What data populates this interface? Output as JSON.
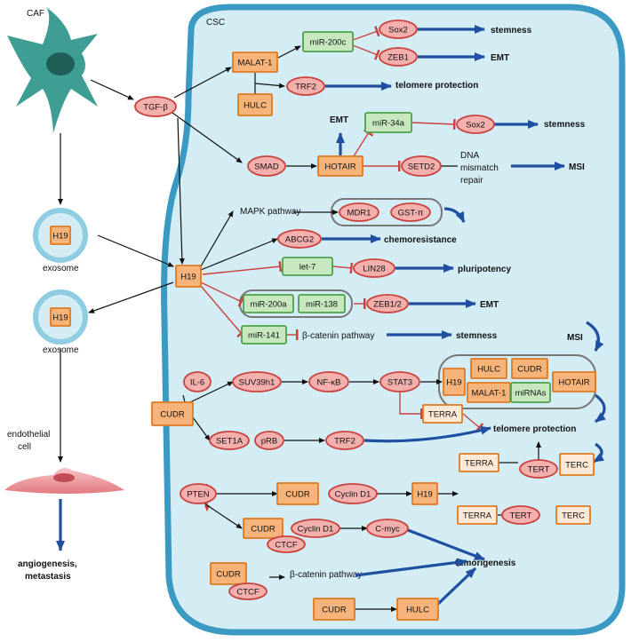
{
  "labels": {
    "caf": "CAF",
    "csc": "CSC",
    "exosome1": "exosome",
    "exosome2": "exosome",
    "endothelial": "endothelial cell",
    "angio_line1": "angiogenesis,",
    "angio_line2": "metastasis",
    "mapk": "MAPK pathway",
    "dna_line1": "DNA",
    "dna_line2": "mismatch",
    "dna_line3": "repair",
    "beta_cat1": "β-catenin pathway",
    "beta_cat2": "β-catenin pathway"
  },
  "outcomes": {
    "stemness1": "stemness",
    "emt1": "EMT",
    "telomere1": "telomere protection",
    "emt_top": "EMT",
    "stemness2": "stemness",
    "msi1": "MSI",
    "chemo": "chemoresistance",
    "pluri": "pluripotency",
    "emt2": "EMT",
    "stemness3": "stemness",
    "msi2": "MSI",
    "telomere2": "telomere protection",
    "tumor": "tumorigenesis",
    "angio": "angiogenesis, metastasis"
  },
  "nodes": {
    "tgfb": "TGF-β",
    "malat1": "MALAT-1",
    "mir200c": "miR-200c",
    "sox2a": "Sox2",
    "zeb1": "ZEB1",
    "trf2a": "TRF2",
    "hulc1": "HULC",
    "mir34a": "miR-34a",
    "sox2b": "Sox2",
    "smad": "SMAD",
    "hotair": "HOTAIR",
    "setd2": "SETD2",
    "mdr1": "MDR1",
    "gstpi": "GST-π",
    "abcg2": "ABCG2",
    "h19ex1": "H19",
    "h19main": "H19",
    "let7": "let-7",
    "lin28": "LIN28",
    "mir200a": "miR-200a",
    "mir138": "miR-138",
    "zeb12": "ZEB1/2",
    "h19ex2": "H19",
    "mir141": "miR-141",
    "il6": "IL-6",
    "suv": "SUV39h1",
    "nfkb": "NF-κB",
    "stat3": "STAT3",
    "cudr1": "CUDR",
    "cx_h19": "H19",
    "cx_hulc": "HULC",
    "cx_cudr": "CUDR",
    "cx_malat": "MALAT-1",
    "cx_mirnas": "miRNAs",
    "cx_hotair": "HOTAIR",
    "terra1": "TERRA",
    "set1a": "SET1A",
    "prb": "pRB",
    "trf2b": "TRF2",
    "terra2": "TERRA",
    "tert1": "TERT",
    "terc1": "TERC",
    "pten": "PTEN",
    "cudr2": "CUDR",
    "cycd1a": "Cyclin D1",
    "h19b": "H19",
    "terra3": "TERRA",
    "tert2": "TERT",
    "terc2": "TERC",
    "cudr3": "CUDR",
    "cycd1b": "Cyclin D1",
    "ctcf1": "CTCF",
    "cmyc": "C-myc",
    "cudr4": "CUDR",
    "ctcf2": "CTCF",
    "cudr5": "CUDR",
    "hulc2": "HULC"
  },
  "colors": {
    "cell_fill": "#d4ecf3",
    "cell_border": "#3a9ac4",
    "caf_fill": "#3f9e93",
    "orange_fill": "#f7b47a",
    "orange_border": "#e07a22",
    "red_fill": "#f4b0ad",
    "red_border": "#c9423e",
    "green_fill": "#c7e8bf",
    "green_border": "#4fa04a",
    "pale_fill": "#fde9d6",
    "arrow_blue": "#1f4fa0",
    "inhibit_red": "#c9423e"
  }
}
